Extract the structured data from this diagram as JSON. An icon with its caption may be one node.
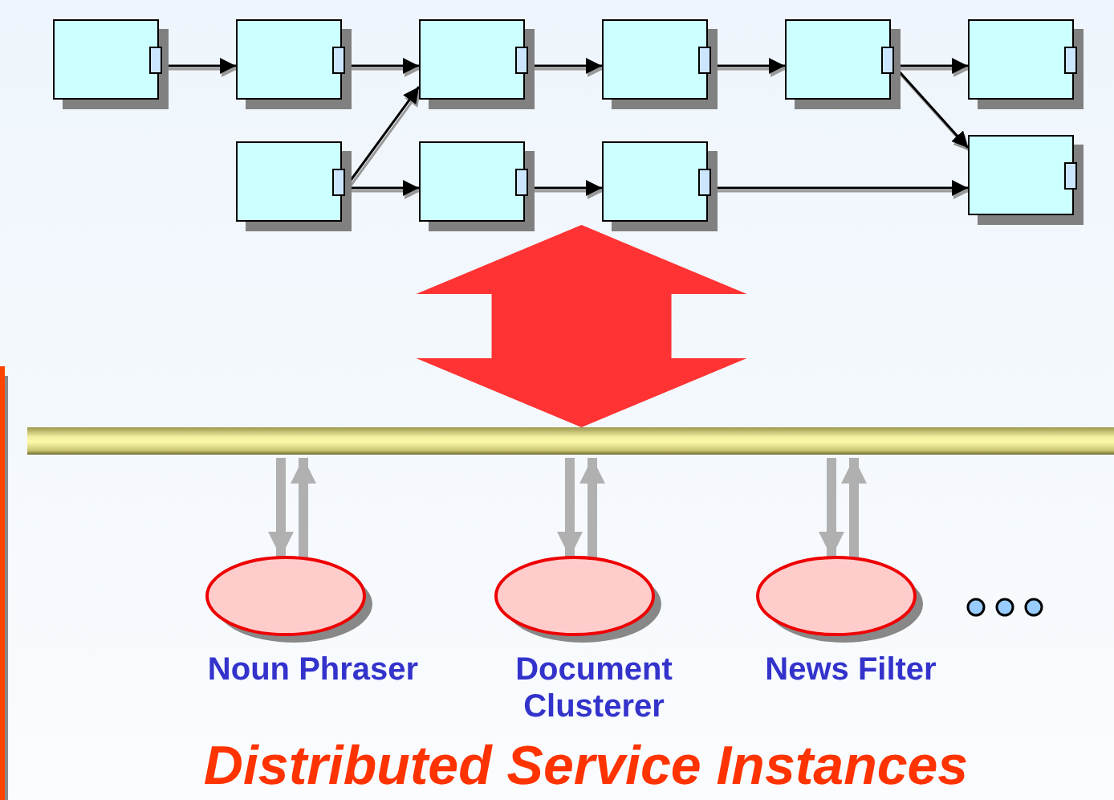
{
  "diagram": {
    "caption": "Distributed Service Instances",
    "nodes": [
      {
        "text": [],
        "shape": "box"
      },
      {
        "text": [],
        "shape": "box"
      },
      {
        "text": [],
        "shape": "box"
      },
      {
        "text": [],
        "shape": "box"
      },
      {
        "text": [],
        "shape": "box"
      },
      {
        "text": [],
        "shape": "box"
      },
      {
        "text": [],
        "shape": "box"
      },
      {
        "text": [],
        "shape": "box"
      },
      {
        "text": [],
        "shape": "box"
      },
      {
        "text": [],
        "shape": "box"
      },
      {
        "text": [],
        "shape": "bar"
      },
      {
        "text": [
          "Noun Phraser"
        ]
      },
      {
        "text": [
          "Document Clusterer"
        ]
      },
      {
        "text": [
          "News Filter"
        ]
      }
    ],
    "edges": [
      {
        "from": 0,
        "to": 1,
        "arrow": "to"
      },
      {
        "from": 1,
        "to": 2,
        "arrow": "to"
      },
      {
        "from": 2,
        "to": 3,
        "arrow": "to"
      },
      {
        "from": 3,
        "to": 4,
        "arrow": "to"
      },
      {
        "from": 4,
        "to": 5,
        "arrow": "to"
      },
      {
        "from": 4,
        "to": 9,
        "arrow": "to"
      },
      {
        "from": 6,
        "to": 2,
        "arrow": "to"
      },
      {
        "from": 6,
        "to": 7,
        "arrow": "to"
      },
      {
        "from": 7,
        "to": 8,
        "arrow": "to"
      },
      {
        "from": 8,
        "to": 9,
        "arrow": "to"
      },
      {
        "from": null,
        "to": 10,
        "arrow": "both",
        "style": "thick",
        "color": "#ff3333"
      },
      {
        "from": 10,
        "to": 11,
        "arrow": "to",
        "style": "thick",
        "color": "#b0b0b0"
      },
      {
        "from": 11,
        "to": 10,
        "arrow": "to",
        "style": "thick",
        "color": "#b0b0b0"
      },
      {
        "from": 10,
        "to": 12,
        "arrow": "to",
        "style": "thick",
        "color": "#b0b0b0"
      },
      {
        "from": 12,
        "to": 10,
        "arrow": "to",
        "style": "thick",
        "color": "#b0b0b0"
      },
      {
        "from": 10,
        "to": 13,
        "arrow": "to",
        "style": "thick",
        "color": "#b0b0b0"
      },
      {
        "from": 13,
        "to": 10,
        "arrow": "to",
        "style": "thick",
        "color": "#b0b0b0"
      }
    ]
  }
}
